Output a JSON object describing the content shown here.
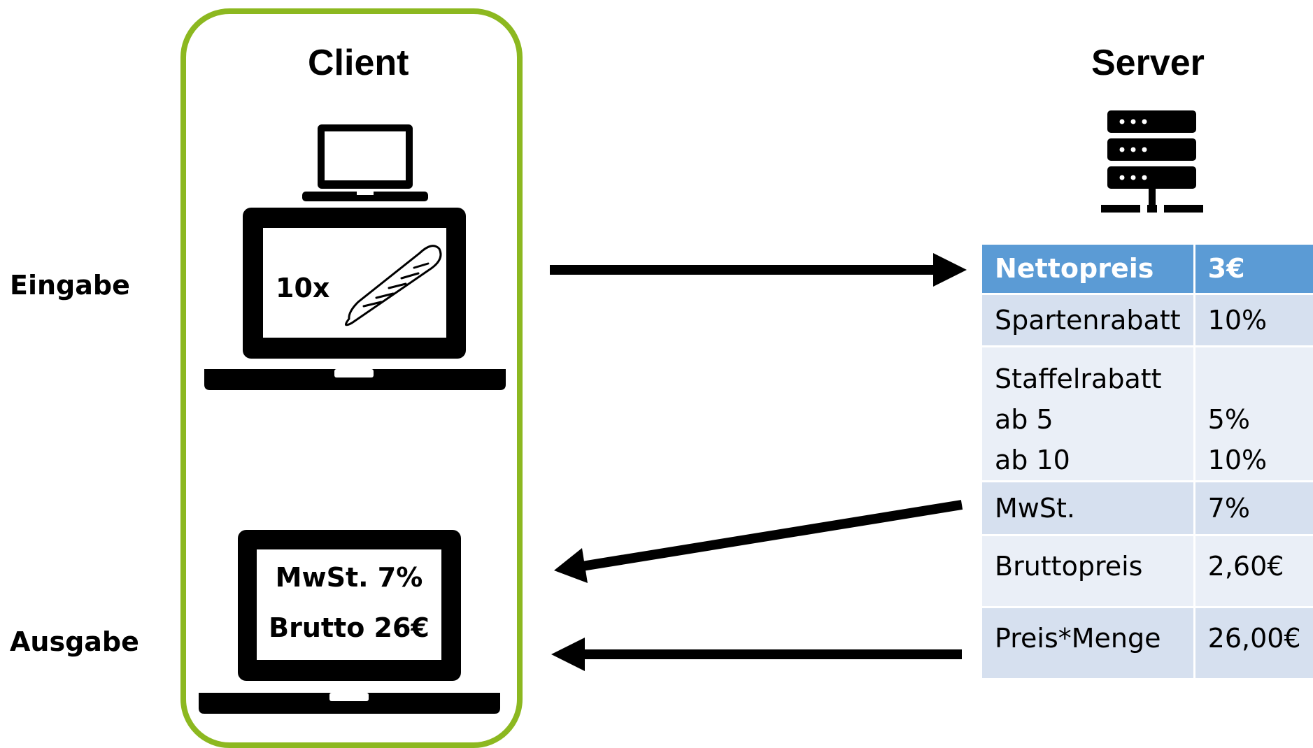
{
  "client": {
    "title": "Client",
    "input_screen": {
      "quantity": "10x",
      "item_icon": "baguette-icon"
    },
    "output_screen": {
      "line1": "MwSt. 7%",
      "line2": "Brutto 26€"
    }
  },
  "server": {
    "title": "Server",
    "icon": "server-rack-icon",
    "table": {
      "header": {
        "label": "Nettopreis",
        "value": "3€"
      },
      "rows": [
        {
          "label": "Spartenrabatt",
          "value": "10%"
        },
        {
          "label_lines": [
            "Staffelrabatt",
            "ab 5",
            "ab 10"
          ],
          "value_lines": [
            "",
            "5%",
            "10%"
          ]
        },
        {
          "label": "MwSt.",
          "value": "7%"
        },
        {
          "label": "Bruttopreis",
          "value": "2,60€"
        },
        {
          "label": "Preis*Menge",
          "value": "26,00€"
        }
      ]
    }
  },
  "labels": {
    "input": "Eingabe",
    "output": "Ausgabe"
  },
  "colors": {
    "client_border": "#8cb820",
    "table_header": "#5b9bd5",
    "row_dark": "#d6e0ef",
    "row_light": "#eaeff7"
  }
}
